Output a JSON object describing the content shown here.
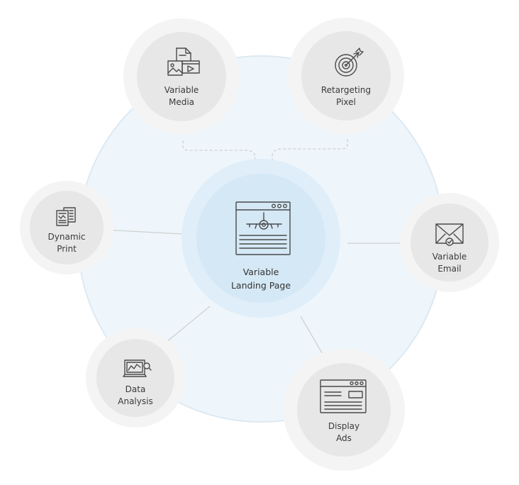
{
  "colors": {
    "outer_ring": "#dde9f2",
    "outer_fill": "#eef6fb",
    "center_halo": "#e0eef9",
    "center_core": "#d5e8f6",
    "satellite_halo": "#f4f4f4",
    "satellite_core": "#e7e7e7",
    "connector": "#d0d0d0",
    "icon_stroke": "#4a4a4a"
  },
  "center": {
    "label_line1": "Variable",
    "label_line2": "Landing Page",
    "icon": "landing-page-airplane-icon"
  },
  "nodes": {
    "variable_media": {
      "line1": "Variable",
      "line2": "Media",
      "icon": "media-files-icon"
    },
    "retargeting_pixel": {
      "line1": "Retargeting",
      "line2": "Pixel",
      "icon": "target-icon"
    },
    "dynamic_print": {
      "line1": "Dynamic",
      "line2": "Print",
      "icon": "print-documents-icon"
    },
    "variable_email": {
      "line1": "Variable",
      "line2": "Email",
      "icon": "email-check-icon"
    },
    "data_analysis": {
      "line1": "Data",
      "line2": "Analysis",
      "icon": "analytics-monitor-icon"
    },
    "display_ads": {
      "line1": "Display",
      "line2": "Ads",
      "icon": "display-ad-window-icon"
    }
  }
}
